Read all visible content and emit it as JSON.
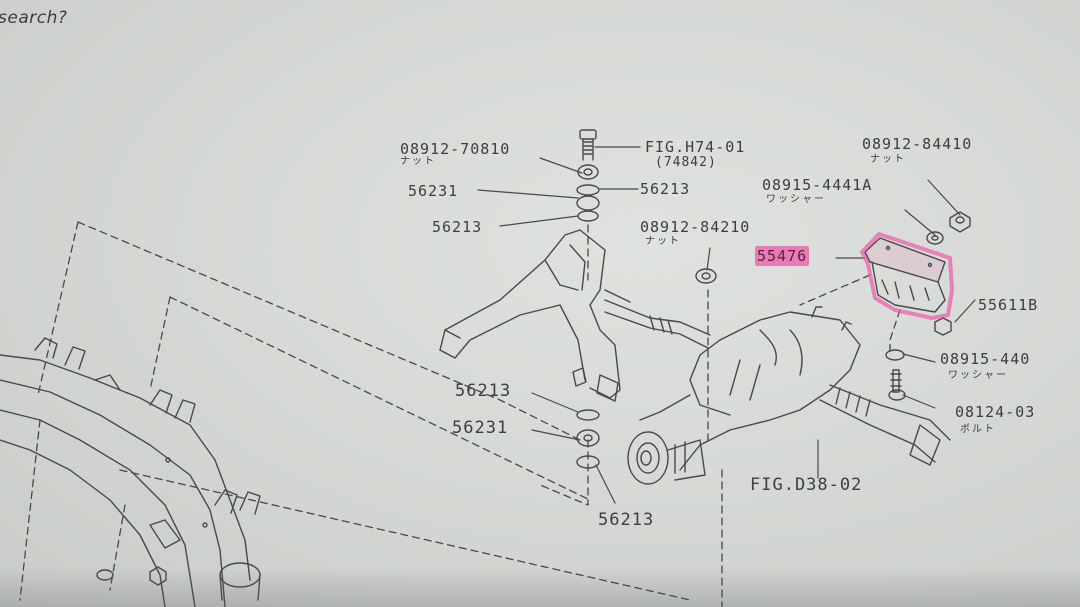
{
  "page": {
    "top_text": "search?"
  },
  "colors": {
    "paper": "#d8dbd7",
    "ink": "#3c3e40",
    "highlighter": "#ec5aaa"
  },
  "diagram": {
    "type": "exploded parts diagram (rear differential mount)",
    "callouts": [
      {
        "id": "c1",
        "part_no": "08912-70810",
        "desc": "ナット"
      },
      {
        "id": "c2",
        "part_no": "FIG.H74-01",
        "desc": "(74842)"
      },
      {
        "id": "c3",
        "part_no": "56231",
        "desc": ""
      },
      {
        "id": "c4",
        "part_no": "56213",
        "desc": ""
      },
      {
        "id": "c5",
        "part_no": "56213",
        "desc": ""
      },
      {
        "id": "c6",
        "part_no": "08912-84410",
        "desc": "ナット"
      },
      {
        "id": "c7",
        "part_no": "08915-4441A",
        "desc": "ワッシャー"
      },
      {
        "id": "c8",
        "part_no": "08912-84210",
        "desc": "ナット"
      },
      {
        "id": "c9",
        "part_no": "55476",
        "desc": "",
        "highlighted": true
      },
      {
        "id": "c10",
        "part_no": "55611B",
        "desc": ""
      },
      {
        "id": "c11",
        "part_no": "08915-440",
        "desc": "ワッシャー"
      },
      {
        "id": "c12",
        "part_no": "08124-03",
        "desc": "ボルト"
      },
      {
        "id": "c13",
        "part_no": "56213",
        "desc": ""
      },
      {
        "id": "c14",
        "part_no": "56231",
        "desc": ""
      },
      {
        "id": "c15",
        "part_no": "56213",
        "desc": ""
      },
      {
        "id": "c16",
        "part_no": "FIG.D38-02",
        "desc": ""
      }
    ]
  }
}
